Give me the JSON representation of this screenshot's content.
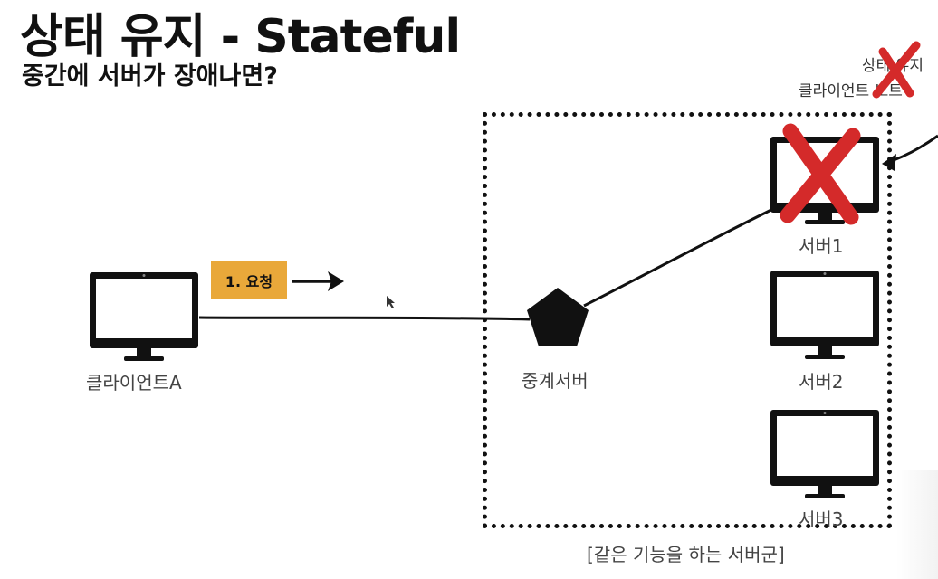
{
  "header": {
    "title": "상태 유지 - Stateful",
    "subtitle": "중간에 서버가 장애나면?"
  },
  "top_note": {
    "line1": "상태 유지",
    "line2": "클라이언트 노트"
  },
  "nodes": {
    "client": "클라이언트A",
    "relay": "중계서버",
    "server1": "서버1",
    "server2": "서버2",
    "server3": "서버3"
  },
  "request_badge": "1. 요청",
  "group_caption": "[같은 기능을 하는 서버군]",
  "colors": {
    "badge": "#e9a83a",
    "failure_mark": "#d42a2a",
    "ink": "#111111"
  },
  "icons": {
    "client": "monitor-icon",
    "relay": "pentagon-icon",
    "servers": "monitor-icon",
    "failure": "red-x-icon"
  }
}
